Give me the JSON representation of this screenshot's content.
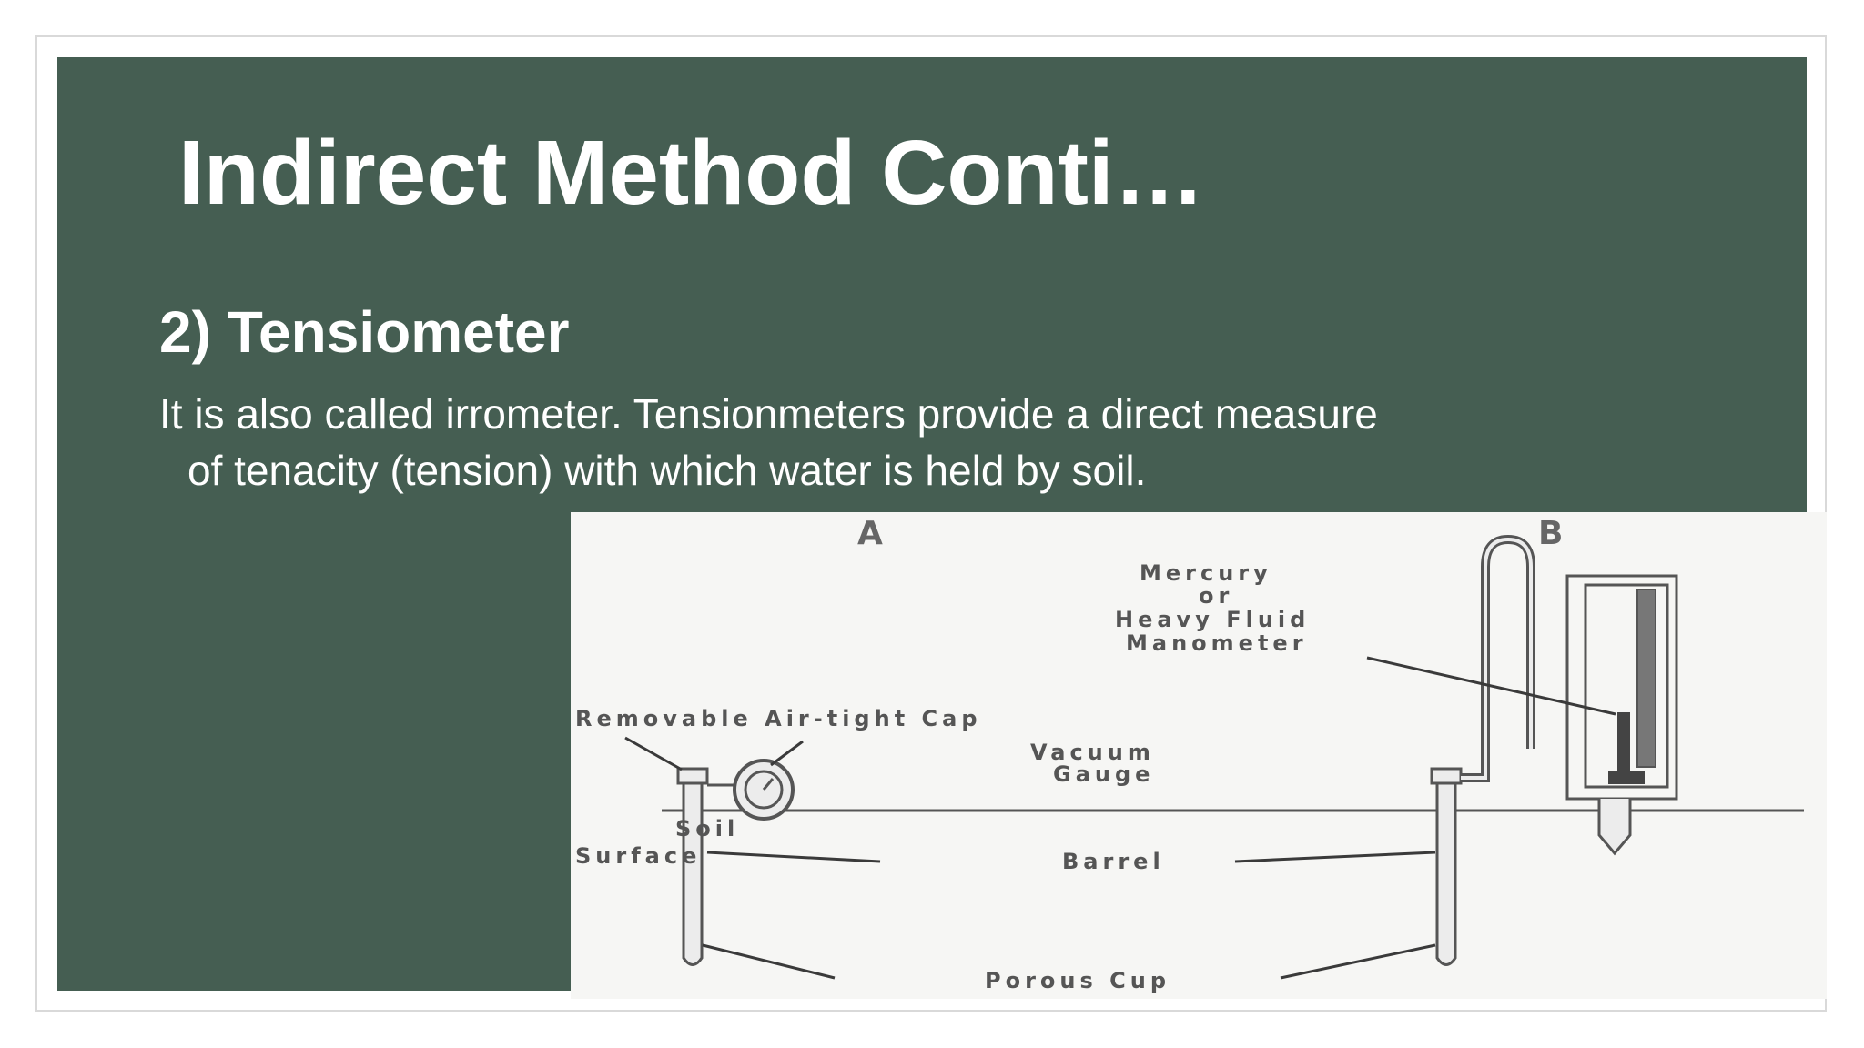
{
  "slide": {
    "title": "Indirect Method Conti…",
    "subtitle": "2) Tensiometer",
    "body_line1": "It is also called irrometer. Tensionmeters provide a direct measure",
    "body_line2": "of  tenacity (tension) with which water is held by soil."
  },
  "colors": {
    "panel": "#455e52",
    "text": "#ffffff"
  },
  "diagram": {
    "label_a": "A",
    "label_b": "B",
    "mercury_1": "Mercury",
    "mercury_2": "or",
    "mercury_3": "Heavy Fluid",
    "mercury_4": "Manometer",
    "cap": "Removable Air-tight Cap",
    "vacuum_1": "Vacuum",
    "vacuum_2": "Gauge",
    "soil_1": "Soil",
    "soil_2": "Surface",
    "barrel": "Barrel",
    "cup": "Porous Cup"
  }
}
